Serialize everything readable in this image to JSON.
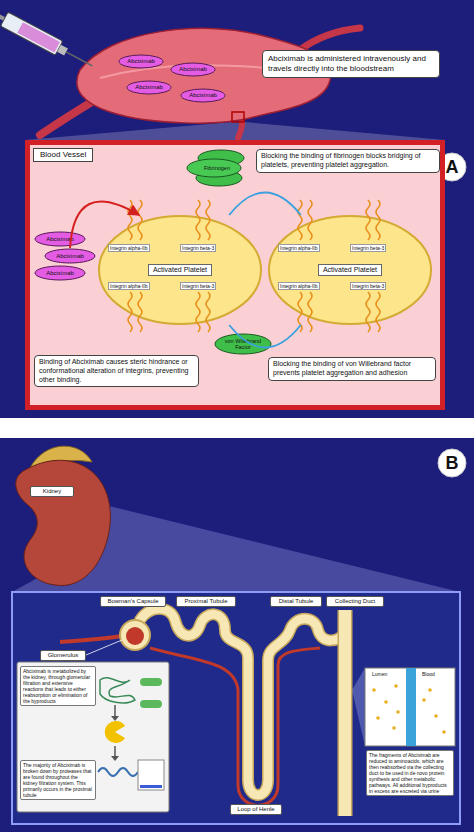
{
  "diagram": {
    "nodes": [
      {
        "text": [
          "Abciximab"
        ]
      },
      {
        "text": [
          "Abciximab"
        ]
      },
      {
        "text": [
          "Abciximab"
        ]
      },
      {
        "text": [
          "Abciximab"
        ]
      },
      {
        "text": [
          "Abciximab is administered intravenously and travels directly into the bloodstream"
        ]
      },
      {
        "text": [
          "A"
        ]
      },
      {
        "text": [
          "Blood Vessel"
        ]
      },
      {
        "text": [
          "Blocking the binding of fibrinogen blocks bridging of platelets, preventing platelet aggregation."
        ],
        "in": 6
      },
      {
        "text": [
          "Fibrinogen"
        ],
        "in": 6
      },
      {
        "text": [
          "Activated Platelet"
        ],
        "in": 6
      },
      {
        "text": [
          "Activated Platelet"
        ],
        "in": 6
      },
      {
        "text": [
          "Abciximab"
        ],
        "in": 6
      },
      {
        "text": [
          "Abciximab"
        ],
        "in": 6
      },
      {
        "text": [
          "Abciximab"
        ],
        "in": 6
      },
      {
        "text": [
          "Binding of Abciximab causes steric hindrance or conformational alteration of integrins, preventing other binding."
        ],
        "in": 6
      },
      {
        "text": [
          "von Willebrand Factor"
        ],
        "in": 6
      },
      {
        "text": [
          "Blocking the binding of von Willebrand factor prevents platelet aggregation and adhesion"
        ],
        "in": 6
      },
      {
        "text": [
          "B"
        ]
      },
      {
        "text": [
          "Kidney"
        ]
      },
      {
        "text": [
          "Bowman's Capsule"
        ]
      },
      {
        "text": [
          "Proximal Tubule"
        ]
      },
      {
        "text": [
          "Distal Tubule"
        ]
      },
      {
        "text": [
          "Collecting Duct"
        ]
      },
      {
        "text": [
          "Glomerulus"
        ]
      },
      {
        "text": [
          "Abciximab is metabolized by the kidney, through glomerular filtration and extensive reactions that leads to either reabsorption or elimination of the byproducts"
        ]
      },
      {
        "text": [
          "The majority of Abciximab is broken down by proteases that are found throughout the kidney filtration system. This primarily occurs in the proximal tubule"
        ]
      },
      {
        "text": [
          "Loop of Henle"
        ]
      },
      {
        "text": [
          "The fragments of Abciximab are reduced to aminoacids, which are then reabsorbed via the collecting duct to be used in de novo protein synthesis and other metabolic pathways. All additional byproducts in excess are excreted via urine"
        ]
      }
    ],
    "edges": [
      {
        "from": 12,
        "to": 9,
        "arrow": "to"
      },
      {
        "from": 9,
        "to": 10,
        "arrow": "none"
      },
      {
        "from": 9,
        "to": 10,
        "arrow": "none"
      }
    ],
    "labels": [
      "Integrin alpha-IIb",
      "Integrin beta-3",
      "Integrin alpha-IIb",
      "Integrin beta-3",
      "Integrin alpha-IIb",
      "Integrin beta-3",
      "Integrin alpha-IIb",
      "Integrin beta-3",
      "Lumen",
      "Blood"
    ]
  }
}
